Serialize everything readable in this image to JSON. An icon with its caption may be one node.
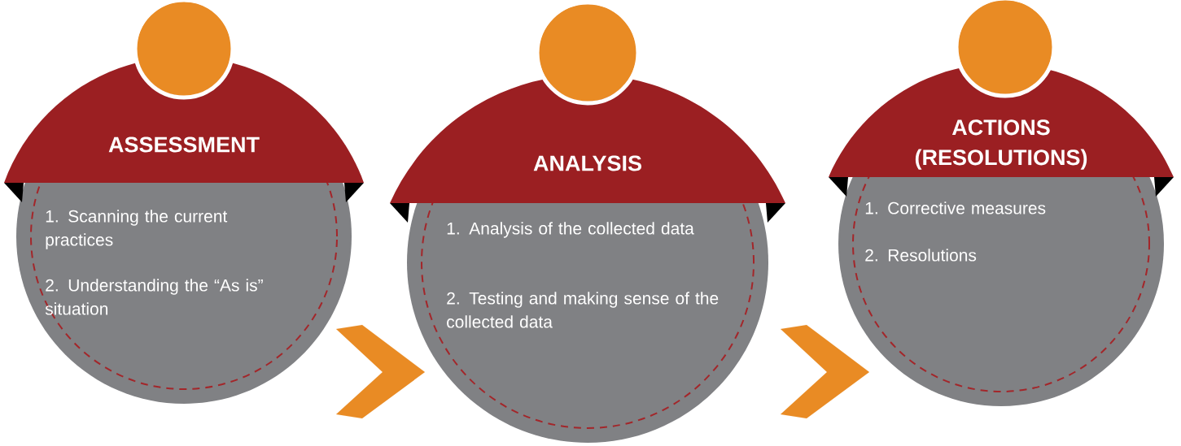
{
  "diagram": {
    "nodes": [
      {
        "text": [
          "ASSESSMENT",
          "1. Scanning the current practices",
          "2. Understanding the “As is” situation"
        ]
      },
      {
        "text": [
          "ANALYSIS",
          "1. Analysis of the collected data",
          "2. Testing and making sense of the collected data"
        ]
      },
      {
        "text": [
          "ACTIONS (RESOLUTIONS)",
          "1. Corrective measures",
          "2. Resolutions"
        ]
      }
    ],
    "edges": [
      {
        "from": 0,
        "to": 1,
        "arrow": "to"
      },
      {
        "from": 1,
        "to": 2,
        "arrow": "to"
      }
    ]
  }
}
